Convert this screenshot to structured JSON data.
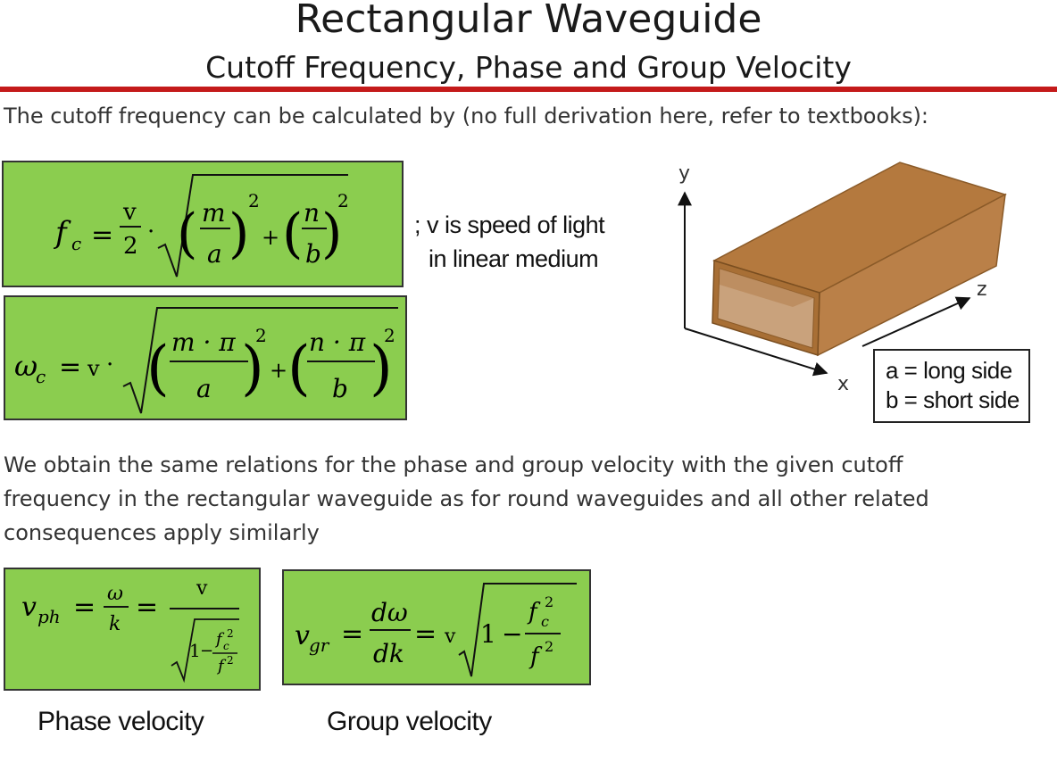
{
  "header": {
    "title": "Rectangular Waveguide",
    "subtitle": "Cutoff Frequency, Phase and Group Velocity"
  },
  "intro_text": "The cutoff frequency can be calculated by (no full derivation here, refer to textbooks):",
  "formulas": {
    "cutoff_frequency": {
      "lhs": "f",
      "lhs_sub": "c",
      "v": "v",
      "two": "2",
      "m": "m",
      "a": "a",
      "n": "n",
      "b": "b",
      "exp": "2"
    },
    "cutoff_angular": {
      "lhs": "ω",
      "lhs_sub": "c",
      "v": "v",
      "m_pi": "m · π",
      "a": "a",
      "n_pi": "n · π",
      "b": "b",
      "exp": "2"
    },
    "phase_velocity": {
      "lhs": "v",
      "lhs_sub": "ph",
      "omega": "ω",
      "k": "k",
      "v": "v",
      "one": "1",
      "fc": "f",
      "fc_sub": "c",
      "f": "f",
      "exp": "2"
    },
    "group_velocity": {
      "lhs": "v",
      "lhs_sub": "gr",
      "domega": "dω",
      "dk": "dk",
      "v": "v",
      "one": "1",
      "fc": "f",
      "fc_sub": "c",
      "f": "f",
      "exp": "2"
    }
  },
  "side_note": {
    "line1": "; v is speed of light",
    "line2": "in linear medium"
  },
  "diagram": {
    "axis_x": "x",
    "axis_y": "y",
    "axis_z": "z",
    "legend_line1": "a = long side",
    "legend_line2": "b = short side",
    "colors": {
      "box_top": "#b4793e",
      "box_front": "#a86f35",
      "box_side": "#ba8048",
      "box_inner": "#c9a27c"
    }
  },
  "paragraph": {
    "line1": "We obtain the same relations for the phase and group velocity with the given cutoff",
    "line2": "frequency in the rectangular waveguide as for round waveguides and all other related",
    "line3": "consequences apply similarly"
  },
  "captions": {
    "phase": "Phase velocity",
    "group": "Group velocity"
  },
  "colors": {
    "accent_rule": "#c41a1a",
    "formula_box": "#8bcd4f"
  }
}
